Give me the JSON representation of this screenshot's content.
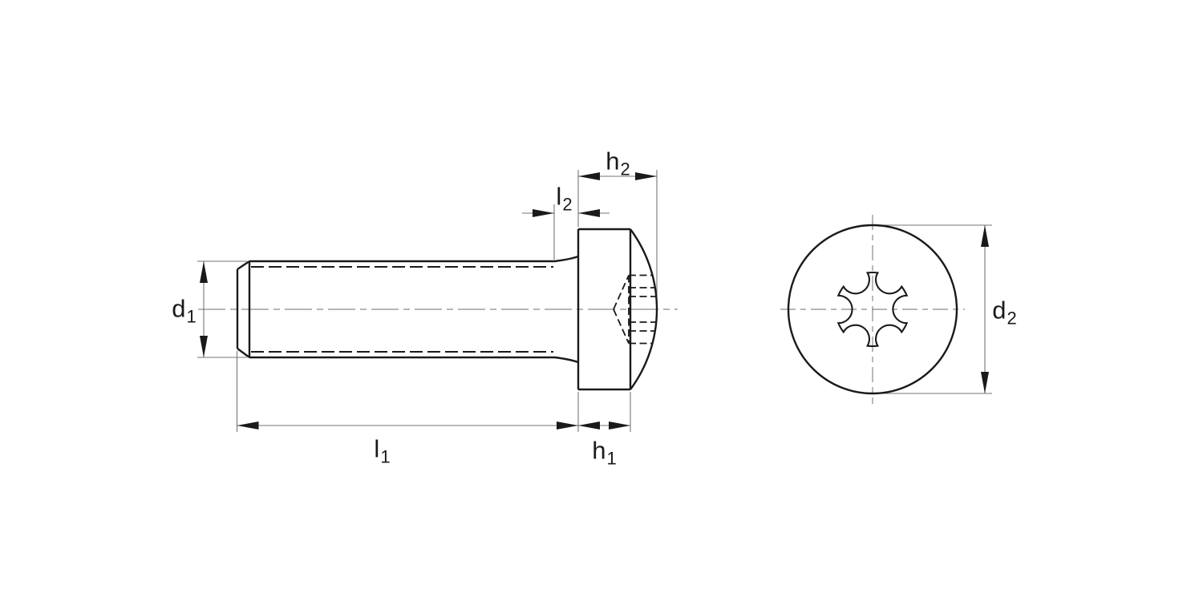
{
  "drawing": {
    "labels": {
      "d1": {
        "base": "d",
        "sub": "1"
      },
      "d2": {
        "base": "d",
        "sub": "2"
      },
      "h1": {
        "base": "h",
        "sub": "1"
      },
      "h2": {
        "base": "h",
        "sub": "2"
      },
      "l1": {
        "base": "l",
        "sub": "1"
      },
      "l2": {
        "base": "l",
        "sub": "2"
      }
    },
    "colors": {
      "background": "#ffffff",
      "outline": "#1a1a1a",
      "hidden_line": "#1a1a1a",
      "thin_line": "#767676",
      "center_line": "#8a8a8a",
      "label_text": "#1a1a1a"
    }
  }
}
